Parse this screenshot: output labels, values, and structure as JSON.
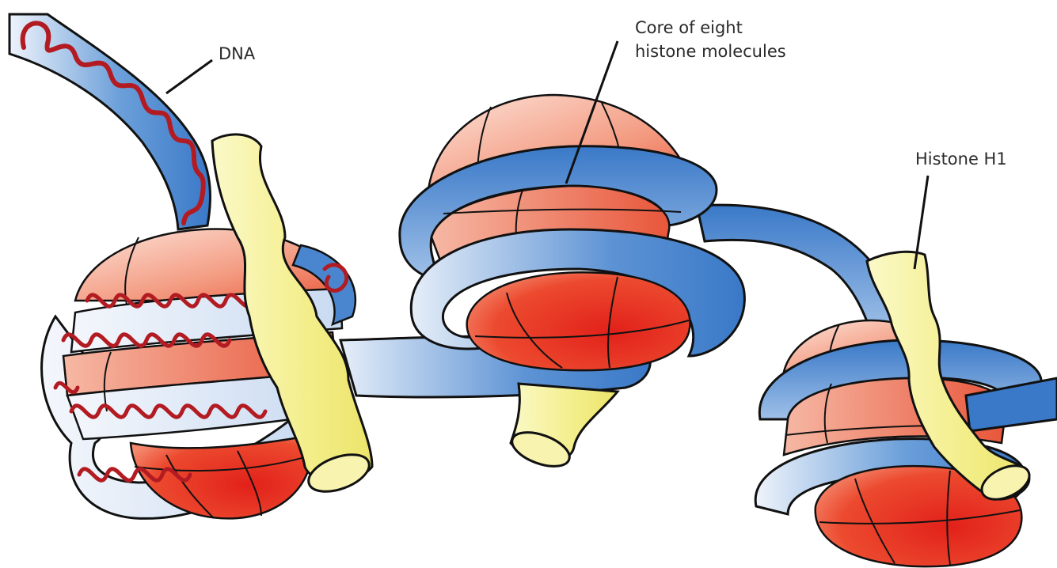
{
  "labels": {
    "dna": "DNA",
    "core_line1": "Core of eight",
    "core_line2": "histone molecules",
    "histone_h1": "Histone H1"
  },
  "colors": {
    "dna_blue": "#3a79c8",
    "dna_light": "#dfe9f6",
    "histone_red": "#e8321e",
    "histone_pink": "#f6b29c",
    "h1_yellow": "#f4f08a",
    "helix_red": "#b31b22",
    "outline": "#111111"
  }
}
